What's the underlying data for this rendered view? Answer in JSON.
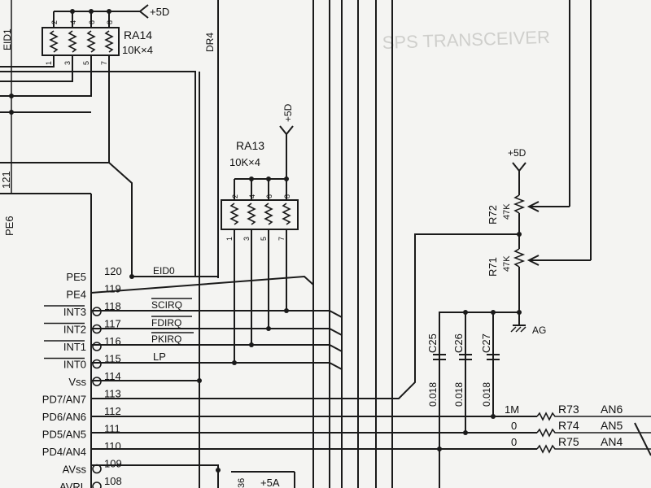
{
  "supply": {
    "plus5d": "+5D"
  },
  "ra14": {
    "name": "RA14",
    "value": "10K×4",
    "pins_top": [
      "2",
      "4",
      "6",
      "8"
    ],
    "pins_bottom": [
      "1",
      "3",
      "5",
      "7"
    ]
  },
  "ra13": {
    "name": "RA13",
    "value": "10K×4",
    "pins_top": [
      "2",
      "4",
      "6",
      "8"
    ],
    "pins_bottom": [
      "1",
      "3",
      "5",
      "7"
    ]
  },
  "net_labels": {
    "eid1": "EID1",
    "dr4": "DR4",
    "pin121": "121",
    "pe6": "PE6",
    "eid0": "EID0",
    "sciro": "SCIRQ",
    "fdiro": "FDIRQ",
    "pkiro": "PKIRQ",
    "lp": "LP",
    "ag": "AG",
    "plus5a": "+5A",
    "pin36": "36"
  },
  "pins": [
    {
      "name": "PE5",
      "num": "120",
      "inv": false
    },
    {
      "name": "PE4",
      "num": "119",
      "inv": false
    },
    {
      "name": "INT3",
      "num": "118",
      "inv": true
    },
    {
      "name": "INT2",
      "num": "117",
      "inv": true
    },
    {
      "name": "INT1",
      "num": "116",
      "inv": true
    },
    {
      "name": "INT0",
      "num": "115",
      "inv": true
    },
    {
      "name": "Vss",
      "num": "114",
      "inv": true
    },
    {
      "name": "PD7/AN7",
      "num": "113",
      "inv": false
    },
    {
      "name": "PD6/AN6",
      "num": "112",
      "inv": false
    },
    {
      "name": "PD5/AN5",
      "num": "111",
      "inv": false
    },
    {
      "name": "PD4/AN4",
      "num": "110",
      "inv": false
    },
    {
      "name": "AVss",
      "num": "109",
      "inv": true
    },
    {
      "name": "AVRL",
      "num": "108",
      "inv": true
    }
  ],
  "caps": [
    {
      "name": "C25",
      "value": "0.018"
    },
    {
      "name": "C26",
      "value": "0.018"
    },
    {
      "name": "C27",
      "value": "0.018"
    }
  ],
  "pots": [
    {
      "name": "R72",
      "value": "47K"
    },
    {
      "name": "R71",
      "value": "47K"
    }
  ],
  "an_resistors": [
    {
      "value": "1M",
      "name": "R73",
      "net": "AN6"
    },
    {
      "value": "0",
      "name": "R74",
      "net": "AN5"
    },
    {
      "value": "0",
      "name": "R75",
      "net": "AN4"
    }
  ],
  "background_text": "SPS TRANSCEIVER"
}
